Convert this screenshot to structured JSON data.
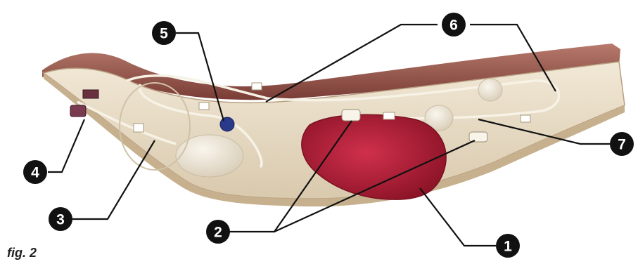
{
  "figure": {
    "caption": "fig. 2",
    "colors": {
      "tray_fill": "#e8dcc6",
      "tray_wall": "#8a4a42",
      "blood": "#b0203a",
      "tube": "#f4eee2",
      "callout": "#111111",
      "port_blue": "#2a3a8a"
    },
    "callouts": [
      {
        "id": "1",
        "label": "1"
      },
      {
        "id": "2",
        "label": "2"
      },
      {
        "id": "3",
        "label": "3"
      },
      {
        "id": "4",
        "label": "4"
      },
      {
        "id": "5",
        "label": "5"
      },
      {
        "id": "6",
        "label": "6"
      },
      {
        "id": "7",
        "label": "7"
      }
    ]
  }
}
